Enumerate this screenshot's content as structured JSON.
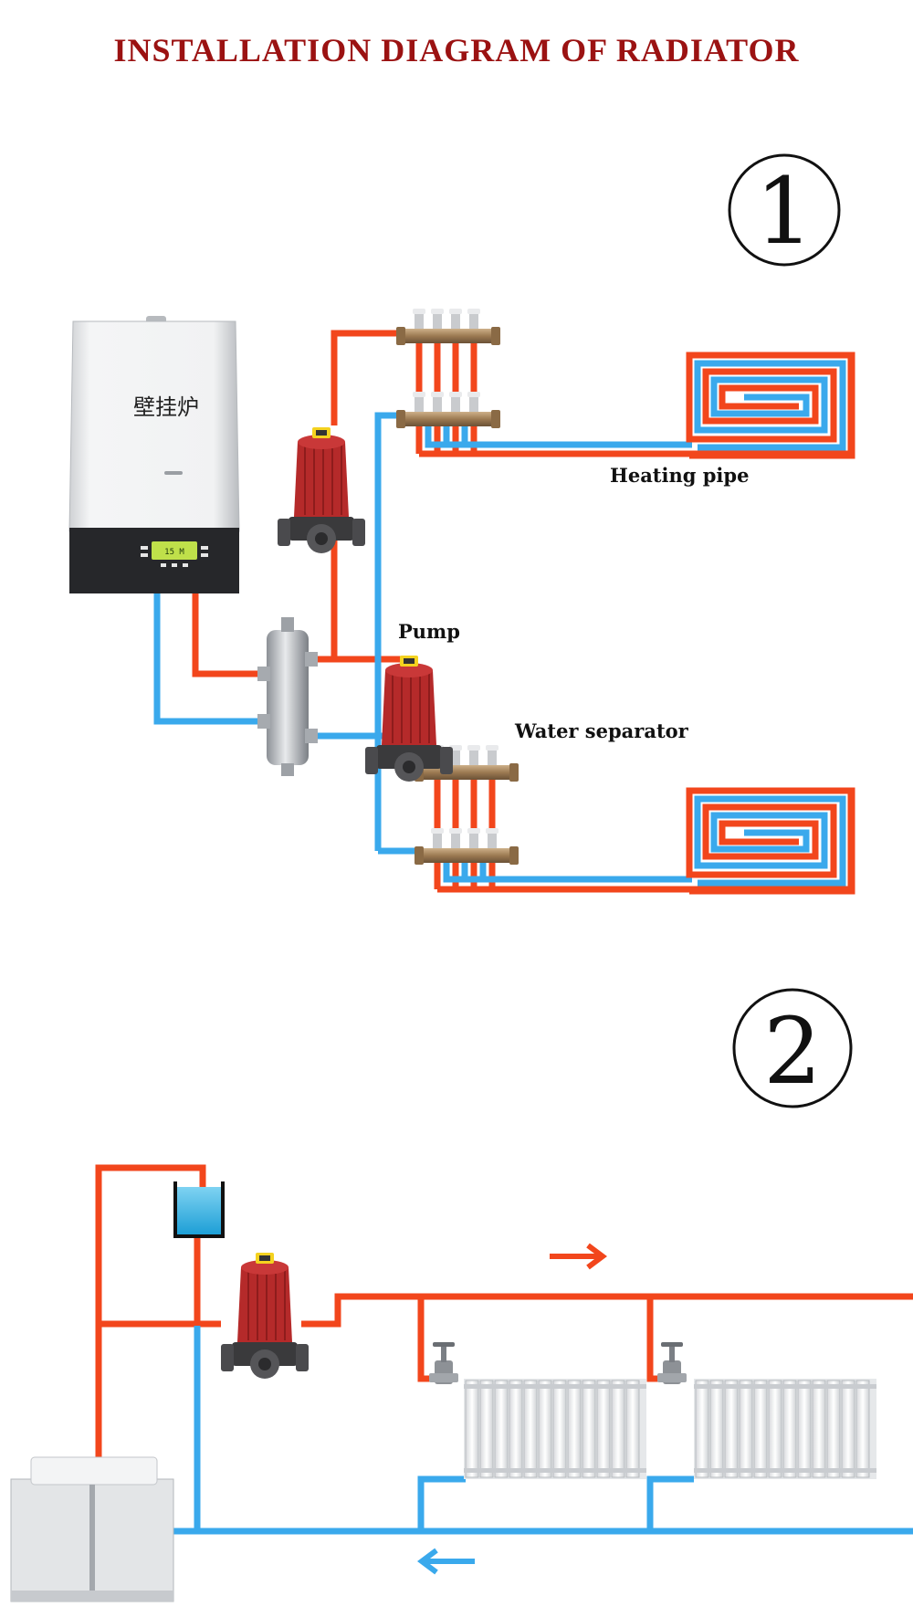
{
  "title": "INSTALLATION DIAGRAM OF RADIATOR",
  "section_markers": [
    "①",
    "②"
  ],
  "labels": {
    "heating_pipe": "Heating pipe",
    "pump": "Pump",
    "water_separator": "Water separator",
    "boiler_text": "壁挂炉",
    "boiler_display": "15 M"
  },
  "colors": {
    "title": "#9b1212",
    "hot_pipe": "#f2461c",
    "cold_pipe": "#3aa9ec",
    "pump": "#b52a2a"
  },
  "icons": [
    "right-arrow-icon",
    "left-arrow-icon"
  ]
}
